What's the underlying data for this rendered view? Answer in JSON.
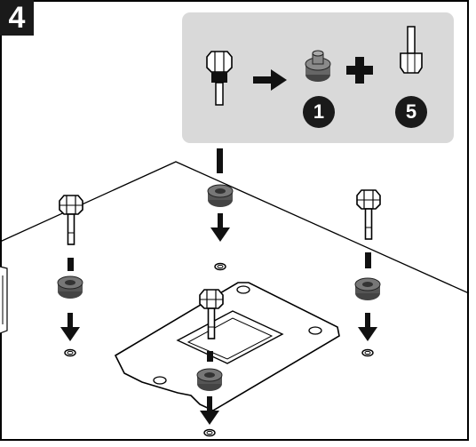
{
  "step": {
    "number": "4"
  },
  "legend": {
    "badge_1": "1",
    "badge_5": "5",
    "plus_sign": "+"
  },
  "icons": [
    "thumbscrew-icon",
    "arrow-right-icon",
    "standoff-spacer-icon",
    "plus-icon",
    "standoff-screw-icon",
    "arrow-down-icon",
    "backplate-icon"
  ],
  "colors": {
    "badge": "#1a1a1a",
    "panel": "#d9d9d9",
    "spacer": "#555555",
    "line": "#000000"
  }
}
